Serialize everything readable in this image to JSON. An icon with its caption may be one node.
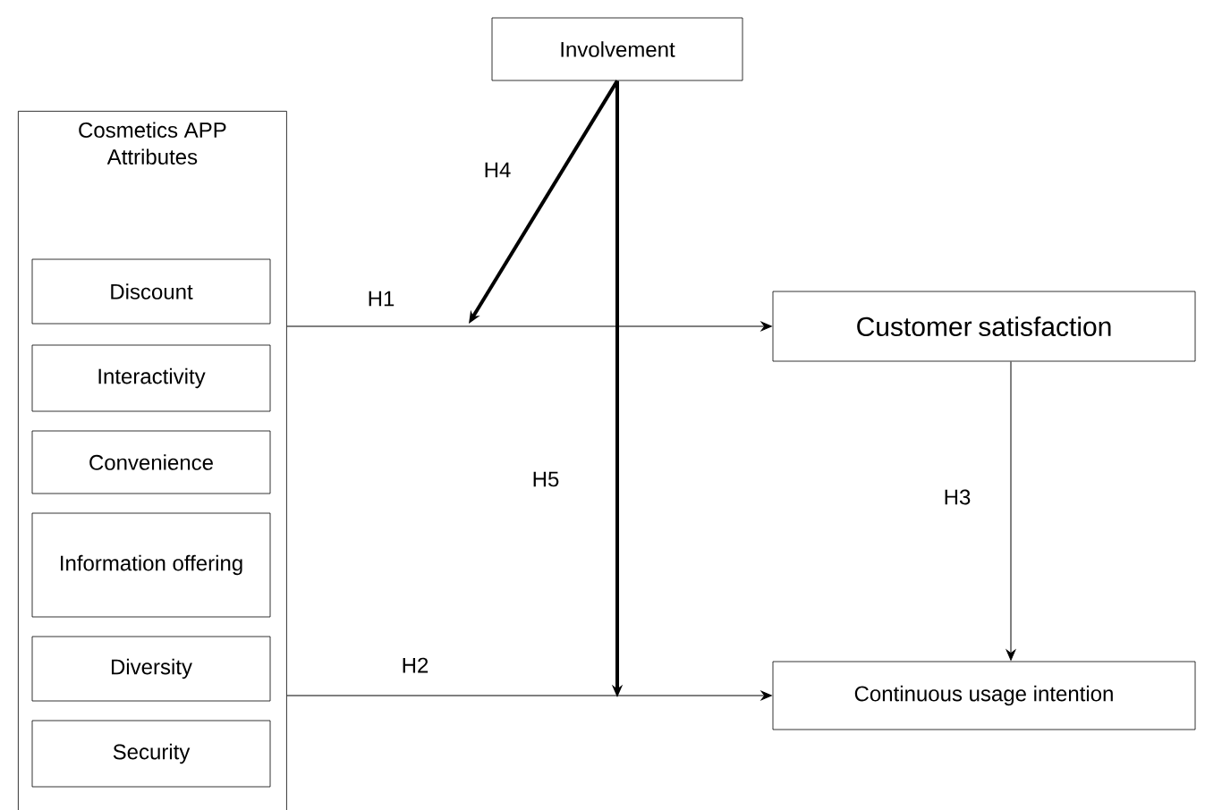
{
  "diagram": {
    "nodes": [
      {
        "text": [
          "Involvement"
        ]
      },
      {
        "text": [
          "Cosmetics APP Attributes"
        ]
      },
      {
        "text": [
          "Discount"
        ],
        "in": 1
      },
      {
        "text": [
          "Interactivity"
        ],
        "in": 1
      },
      {
        "text": [
          "Convenience"
        ],
        "in": 1
      },
      {
        "text": [
          "Information offering"
        ],
        "in": 1
      },
      {
        "text": [
          "Diversity"
        ],
        "in": 1
      },
      {
        "text": [
          "Security"
        ],
        "in": 1
      },
      {
        "text": [
          "Customer satisfaction"
        ]
      },
      {
        "text": [
          "Continuous usage intention"
        ]
      }
    ],
    "edges": [
      {
        "from": 1,
        "to": 8,
        "arrow": "to",
        "label": "H1"
      },
      {
        "from": 1,
        "to": 9,
        "arrow": "to",
        "label": "H2"
      },
      {
        "from": 8,
        "to": 9,
        "arrow": "to",
        "label": "H3"
      },
      {
        "from": 0,
        "to": null,
        "arrow": "to",
        "label": "H4",
        "style": "thick"
      },
      {
        "from": 0,
        "to": null,
        "arrow": "to",
        "label": "H5",
        "style": "thick"
      }
    ]
  }
}
